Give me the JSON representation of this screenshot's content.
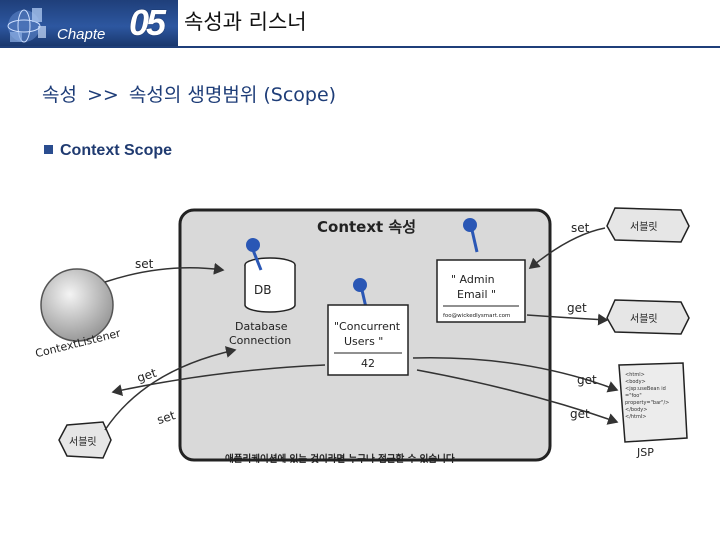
{
  "header": {
    "chapter_label": "Chapte",
    "chapter_number": "05",
    "title": "속성과 리스너"
  },
  "subtitle": {
    "main": "속성",
    "separator": ">>",
    "detail": "속성의 생명범위 (Scope)"
  },
  "bullet": {
    "text": "Context Scope"
  },
  "diagram": {
    "box_title": "Context 속성",
    "db_label": "DB",
    "db_caption_1": "Database",
    "db_caption_2": "Connection",
    "admin_line_1": "\" Admin",
    "admin_line_2": "Email \"",
    "admin_value": "foo@wickedlysmart.com",
    "users_line_1": "\"Concurrent",
    "users_line_2": "Users \"",
    "users_value": "42",
    "listener_label": "ContextListener",
    "servlet_label": "서블릿",
    "jsp_label": "JSP",
    "jsp_code": [
      "<html>",
      "<body>",
      "<jsp:useBean id",
      "=\"foo\"",
      "property=\"bar\"/>",
      "</body>",
      "</html>"
    ],
    "arrow_set_left": "set",
    "arrow_get_left": "get",
    "arrow_set_bottom": "set",
    "arrow_set_right": "set",
    "arrow_get_right_1": "get",
    "arrow_get_right_2": "get",
    "arrow_get_right_3": "get",
    "caption": "애플리케이션에 있는 것이라면 누구나 접근할 수 있습니다"
  }
}
